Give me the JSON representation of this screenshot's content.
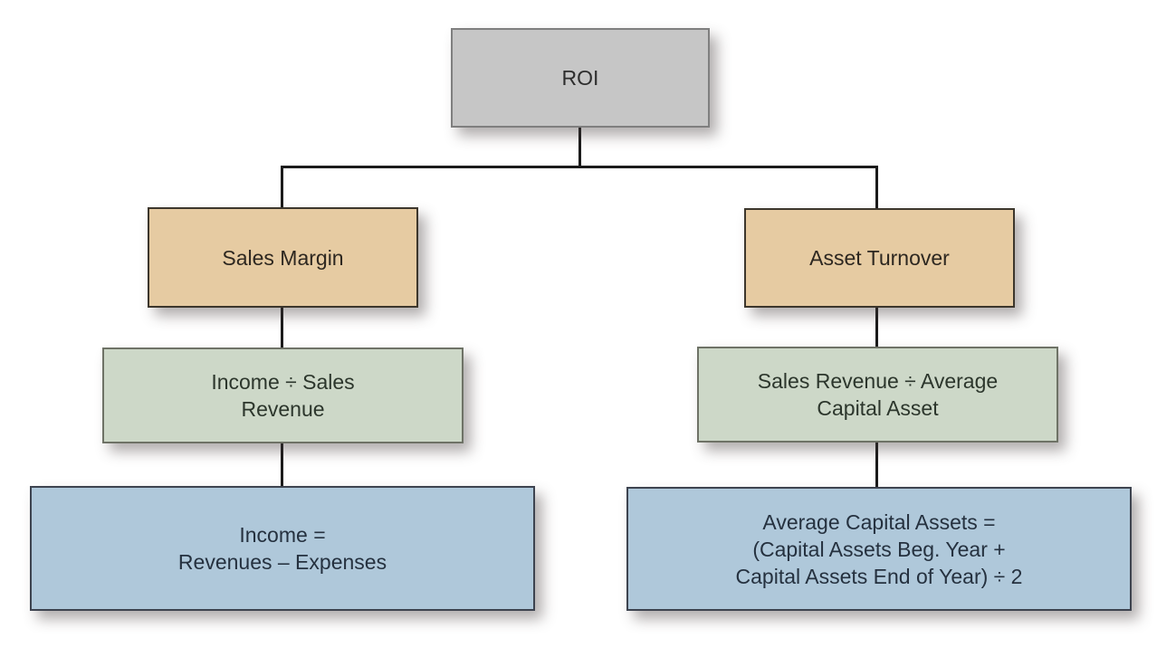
{
  "diagram": {
    "title_implicit": "ROI decomposition chart",
    "colors": {
      "background": "#ffffff",
      "connector": "#1b1b1b",
      "roi_fill": "#c6c6c6",
      "roi_border": "#7f7f7f",
      "tier2_fill": "#e6cba2",
      "tier2_border": "#3c362c",
      "tier3_fill": "#cdd8c8",
      "tier3_border": "#6e7266",
      "tier4_fill": "#afc8da",
      "tier4_border": "#3d434f"
    },
    "nodes": {
      "roi": {
        "lines": [
          "ROI"
        ]
      },
      "sales_margin": {
        "lines": [
          "Sales Margin"
        ]
      },
      "asset_turnover": {
        "lines": [
          "Asset Turnover"
        ]
      },
      "sales_margin_formula": {
        "lines": [
          "Income ÷ Sales",
          "Revenue"
        ]
      },
      "asset_turnover_formula": {
        "lines": [
          "Sales Revenue ÷ Average",
          "Capital Asset"
        ]
      },
      "income_definition": {
        "lines": [
          "Income =",
          "Revenues – Expenses"
        ]
      },
      "avg_capital_definition": {
        "lines": [
          "Average Capital Assets =",
          "(Capital Assets Beg. Year +",
          "Capital Assets End of Year) ÷ 2"
        ]
      }
    }
  }
}
